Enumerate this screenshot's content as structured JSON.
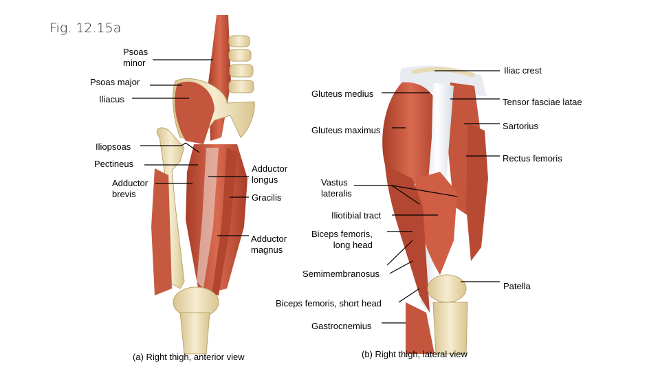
{
  "figure": {
    "title": "Fig. 12.15a",
    "caption_anterior": "(a)  Right thigh, anterior view",
    "caption_lateral": "(b)  Right thigh, lateral view"
  },
  "anterior_labels": {
    "psoas_minor": [
      "Psoas",
      "minor"
    ],
    "psoas_major": "Psoas major",
    "iliacus": "Iliacus",
    "iliopsoas": "Iliopsoas",
    "pectineus": "Pectineus",
    "adductor_brevis": [
      "Adductor",
      "brevis"
    ],
    "adductor_longus": [
      "Adductor",
      "longus"
    ],
    "gracilis": "Gracilis",
    "adductor_magnus": [
      "Adductor",
      "magnus"
    ]
  },
  "lateral_labels": {
    "iliac_crest": "Iliac crest",
    "gluteus_medius": "Gluteus medius",
    "tensor_fasciae_latae": "Tensor fasciae latae",
    "gluteus_maximus": "Gluteus maximus",
    "sartorius": "Sartorius",
    "rectus_femoris": "Rectus femoris",
    "vastus_lateralis": [
      "Vastus",
      "lateralis"
    ],
    "iliotibial_tract": "Iliotibial tract",
    "biceps_femoris_long": [
      "Biceps femoris,",
      "long head"
    ],
    "semimembranosus": "Semimembranosus",
    "patella": "Patella",
    "biceps_femoris_short": "Biceps femoris, short head",
    "gastrocnemius": "Gastrocnemius"
  },
  "colors": {
    "muscle": "#c8553d",
    "muscle_dark": "#9e3a27",
    "bone": "#eedfb8",
    "tendon": "#eef0f4",
    "leader": "#000000"
  }
}
